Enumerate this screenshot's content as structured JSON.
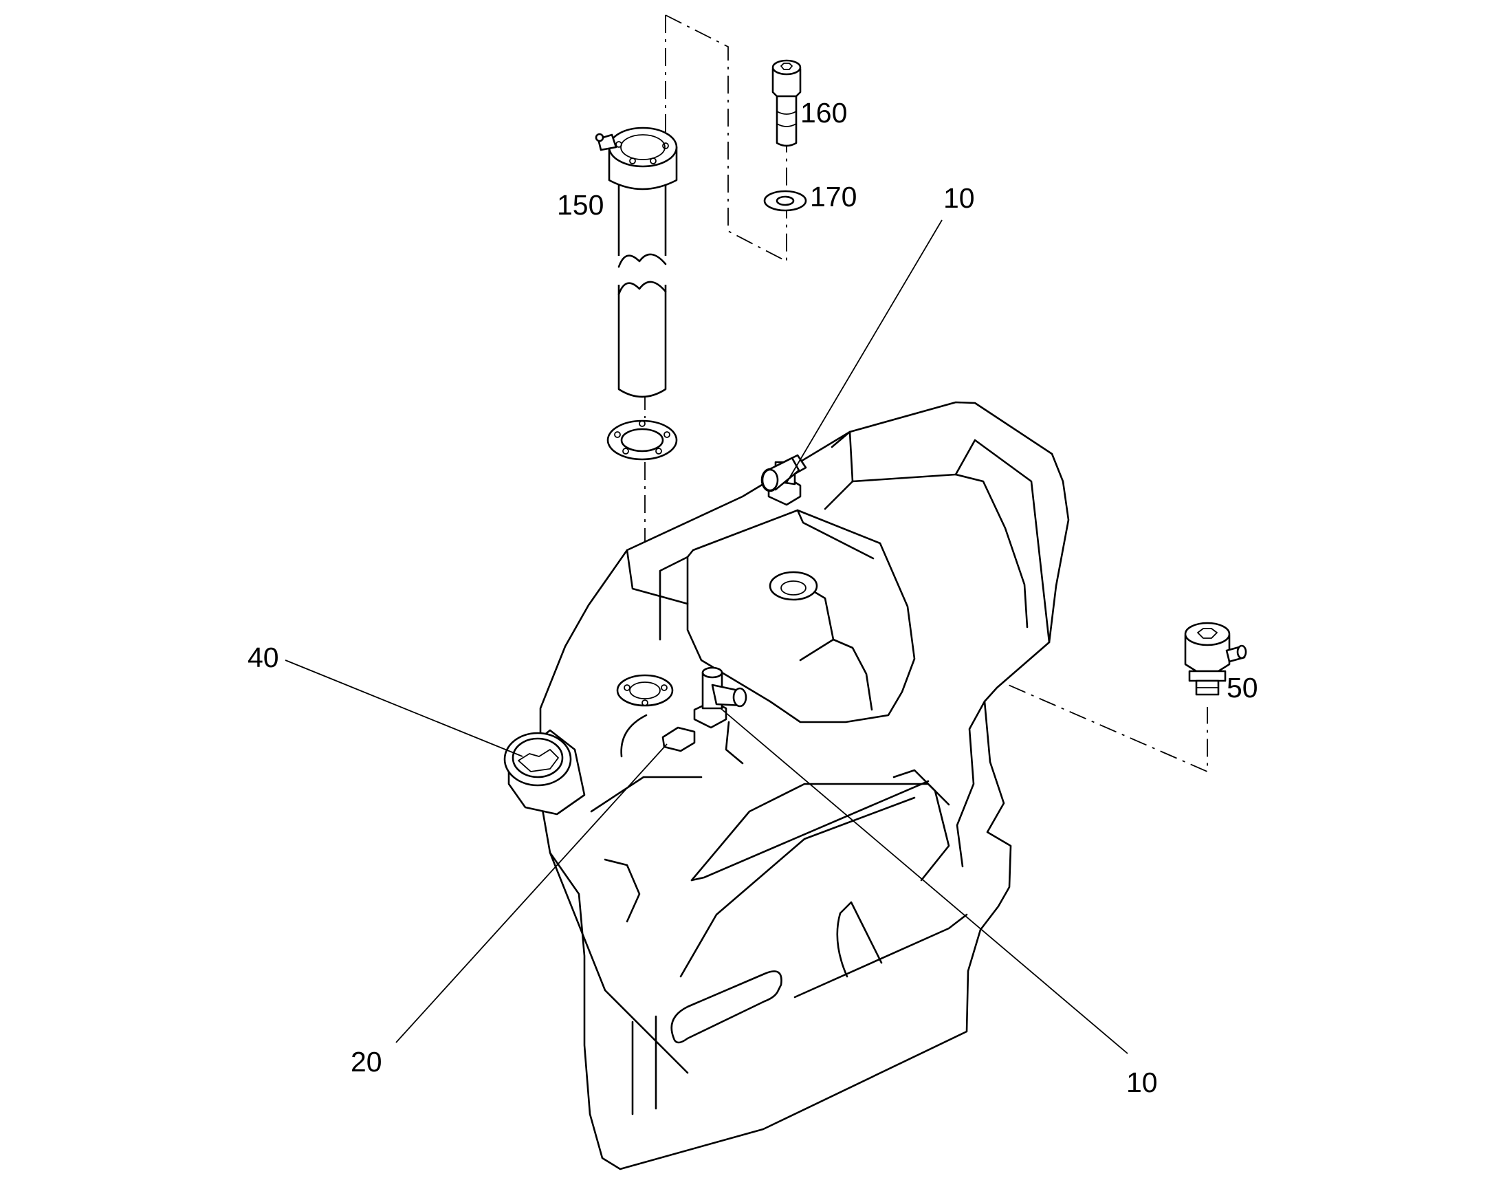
{
  "diagram": {
    "labels": {
      "p150": "150",
      "p160": "160",
      "p170": "170",
      "p10_top": "10",
      "p10_bottom": "10",
      "p40": "40",
      "p50": "50",
      "p20": "20"
    }
  }
}
